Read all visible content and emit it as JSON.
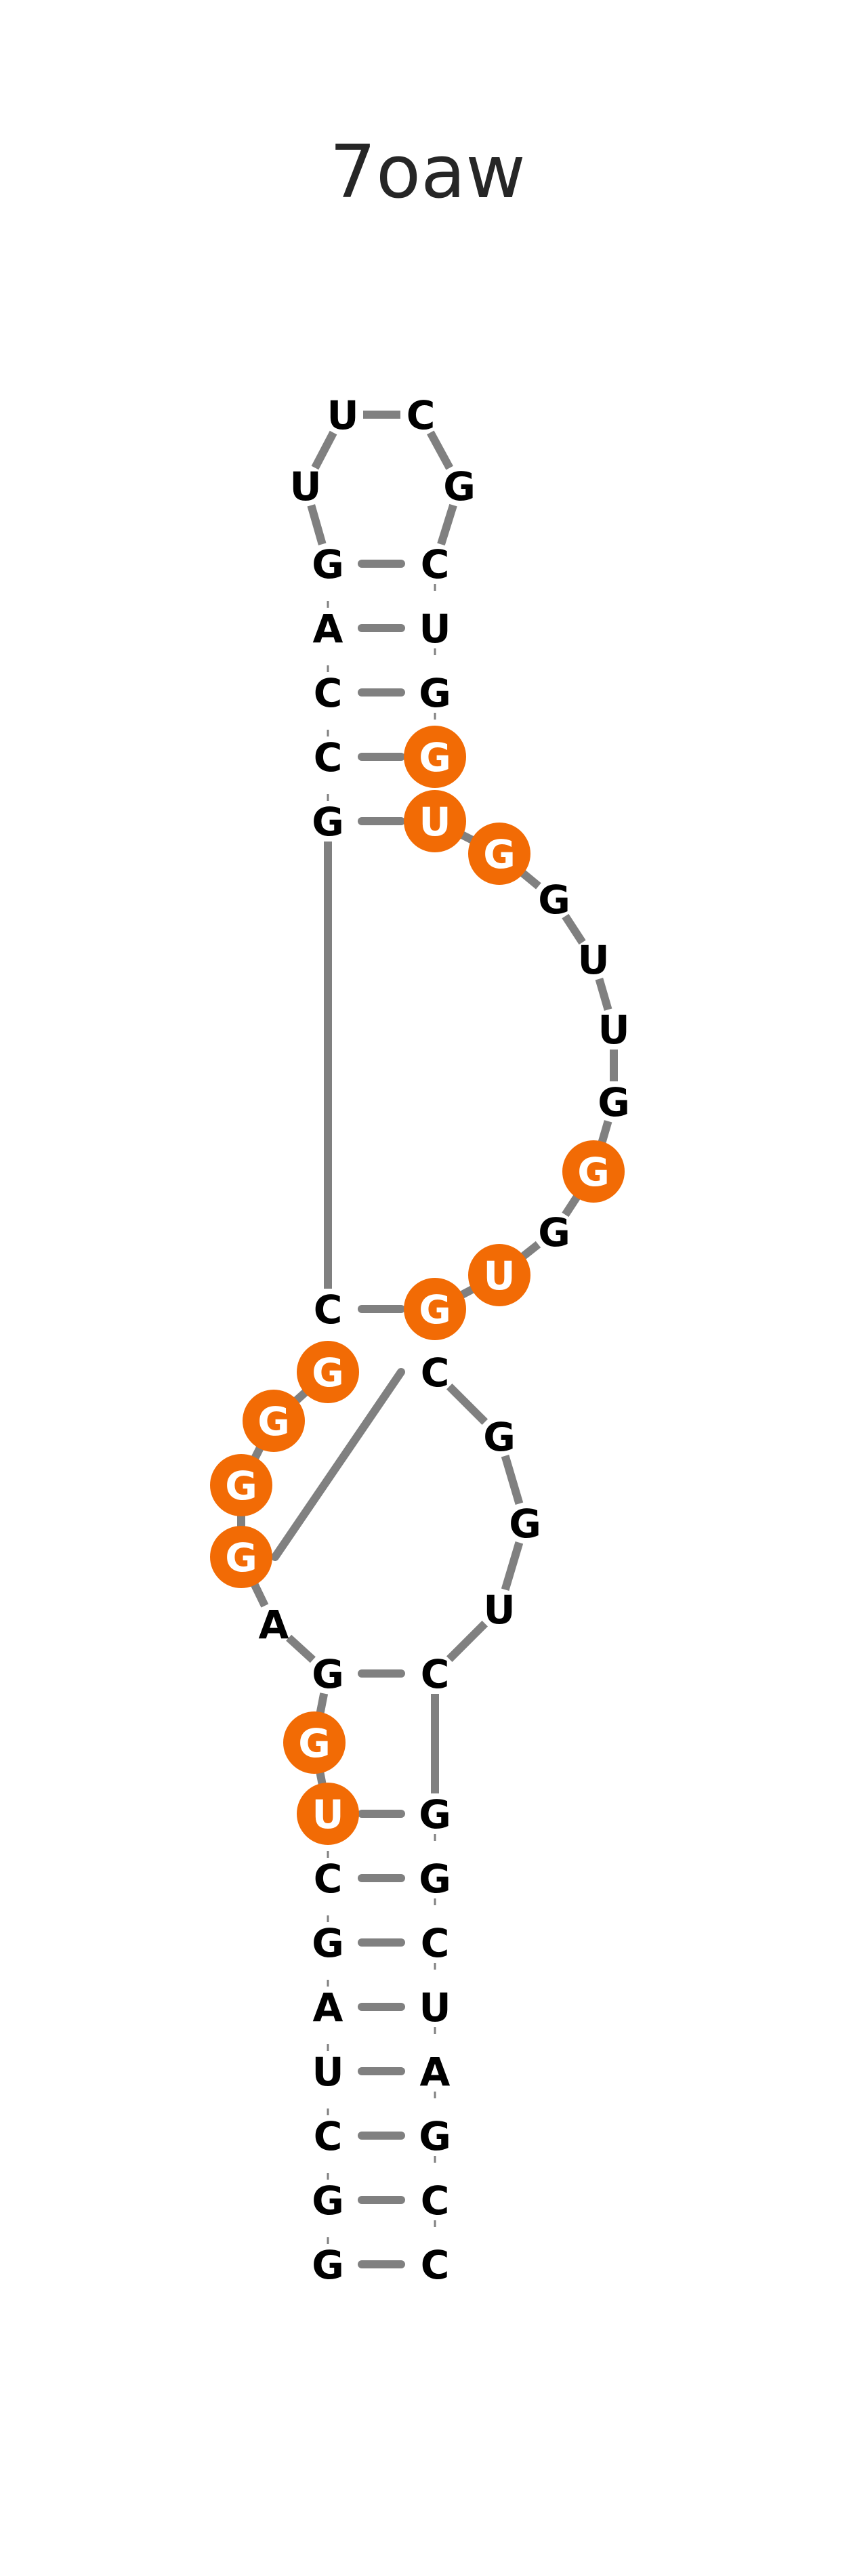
{
  "title": "7oaw",
  "colors": {
    "highlight": "#f26b05",
    "line": "#808080",
    "letter": "#000000",
    "letter_on_highlight": "#ffffff",
    "title": "#262626"
  },
  "nucleotides": [
    {
      "id": 1,
      "base": "G",
      "highlight": false
    },
    {
      "id": 2,
      "base": "G",
      "highlight": false
    },
    {
      "id": 3,
      "base": "C",
      "highlight": false
    },
    {
      "id": 4,
      "base": "U",
      "highlight": false
    },
    {
      "id": 5,
      "base": "A",
      "highlight": false
    },
    {
      "id": 6,
      "base": "G",
      "highlight": false
    },
    {
      "id": 7,
      "base": "C",
      "highlight": false
    },
    {
      "id": 8,
      "base": "U",
      "highlight": true
    },
    {
      "id": 9,
      "base": "G",
      "highlight": true
    },
    {
      "id": 10,
      "base": "G",
      "highlight": false
    },
    {
      "id": 11,
      "base": "A",
      "highlight": false
    },
    {
      "id": 12,
      "base": "G",
      "highlight": true
    },
    {
      "id": 13,
      "base": "G",
      "highlight": true
    },
    {
      "id": 14,
      "base": "G",
      "highlight": true
    },
    {
      "id": 15,
      "base": "G",
      "highlight": true
    },
    {
      "id": 16,
      "base": "C",
      "highlight": false
    },
    {
      "id": 17,
      "base": "G",
      "highlight": false
    },
    {
      "id": 18,
      "base": "C",
      "highlight": false
    },
    {
      "id": 19,
      "base": "C",
      "highlight": false
    },
    {
      "id": 20,
      "base": "A",
      "highlight": false
    },
    {
      "id": 21,
      "base": "G",
      "highlight": false
    },
    {
      "id": 22,
      "base": "U",
      "highlight": false
    },
    {
      "id": 23,
      "base": "U",
      "highlight": false
    },
    {
      "id": 24,
      "base": "C",
      "highlight": false
    },
    {
      "id": 25,
      "base": "G",
      "highlight": false
    },
    {
      "id": 26,
      "base": "C",
      "highlight": false
    },
    {
      "id": 27,
      "base": "U",
      "highlight": false
    },
    {
      "id": 28,
      "base": "G",
      "highlight": false
    },
    {
      "id": 29,
      "base": "G",
      "highlight": true
    },
    {
      "id": 30,
      "base": "U",
      "highlight": true
    },
    {
      "id": 31,
      "base": "G",
      "highlight": true
    },
    {
      "id": 32,
      "base": "G",
      "highlight": false
    },
    {
      "id": 33,
      "base": "U",
      "highlight": false
    },
    {
      "id": 34,
      "base": "U",
      "highlight": false
    },
    {
      "id": 35,
      "base": "G",
      "highlight": false
    },
    {
      "id": 36,
      "base": "G",
      "highlight": true
    },
    {
      "id": 37,
      "base": "G",
      "highlight": false
    },
    {
      "id": 38,
      "base": "U",
      "highlight": true
    },
    {
      "id": 39,
      "base": "G",
      "highlight": true
    },
    {
      "id": 40,
      "base": "C",
      "highlight": false
    },
    {
      "id": 41,
      "base": "G",
      "highlight": false
    },
    {
      "id": 42,
      "base": "G",
      "highlight": false
    },
    {
      "id": 43,
      "base": "U",
      "highlight": false
    },
    {
      "id": 44,
      "base": "C",
      "highlight": false
    },
    {
      "id": 45,
      "base": "G",
      "highlight": false
    },
    {
      "id": 46,
      "base": "G",
      "highlight": false
    },
    {
      "id": 47,
      "base": "C",
      "highlight": false
    },
    {
      "id": 48,
      "base": "U",
      "highlight": false
    },
    {
      "id": 49,
      "base": "A",
      "highlight": false
    },
    {
      "id": 50,
      "base": "G",
      "highlight": false
    },
    {
      "id": 51,
      "base": "C",
      "highlight": false
    },
    {
      "id": 52,
      "base": "C",
      "highlight": false
    }
  ],
  "pairs": [
    [
      1,
      52
    ],
    [
      2,
      51
    ],
    [
      3,
      50
    ],
    [
      4,
      49
    ],
    [
      5,
      48
    ],
    [
      6,
      47
    ],
    [
      7,
      46
    ],
    [
      8,
      45
    ],
    [
      10,
      44
    ],
    [
      12,
      40
    ],
    [
      16,
      39
    ],
    [
      17,
      30
    ],
    [
      18,
      29
    ],
    [
      19,
      28
    ],
    [
      20,
      27
    ],
    [
      21,
      26
    ]
  ]
}
